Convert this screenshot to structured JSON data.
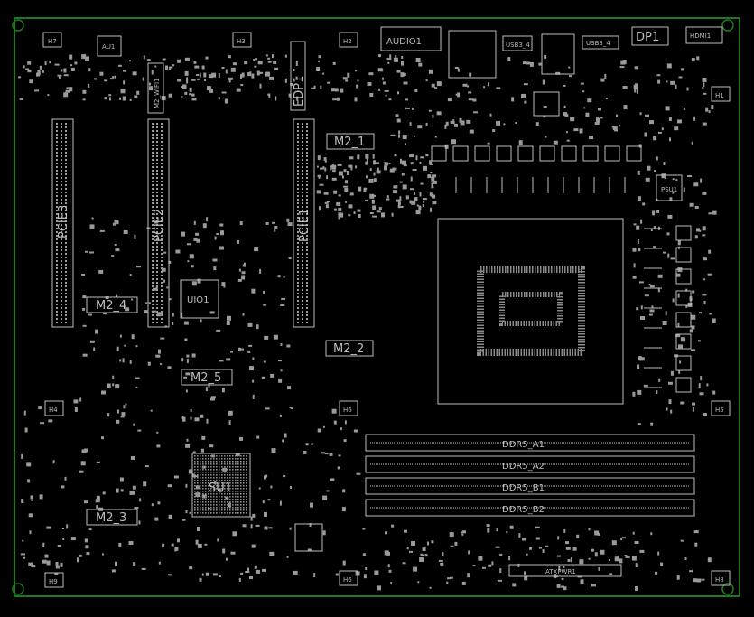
{
  "colors": {
    "background": "#000000",
    "board_outline": "#1f7a1f",
    "silkscreen": "#bdbdbd",
    "pad": "#9a9a9a"
  },
  "labels": {
    "h1": "H1",
    "h2": "H2",
    "h3": "H3",
    "h4": "H4",
    "h5": "H5",
    "h6a": "H6",
    "h6b": "H6",
    "h7": "H7",
    "h8": "H8",
    "h9": "H9",
    "au1": "AU1",
    "audio1": "AUDIO1",
    "dp1": "DP1",
    "hdmi1": "HDMI1",
    "usb3": "USB3_4",
    "usb4": "USB3_4",
    "m2_wifi1": "M2_WIFI1",
    "edp1": "EDP1",
    "pcie1": "PCIE1",
    "pcie2": "PCIE2",
    "pcie3": "PCIE3",
    "m2_1": "M2_1",
    "m2_2": "M2_2",
    "m2_3": "M2_3",
    "m2_4": "M2_4",
    "m2_5": "M2_5",
    "uio1": "UIO1",
    "su1": "SU1",
    "ddr5_a1": "DDR5_A1",
    "ddr5_a2": "DDR5_A2",
    "ddr5_b1": "DDR5_B1",
    "ddr5_b2": "DDR5_B2",
    "atxpwr1": "ATXPWR1",
    "psu1": "PSU1"
  }
}
